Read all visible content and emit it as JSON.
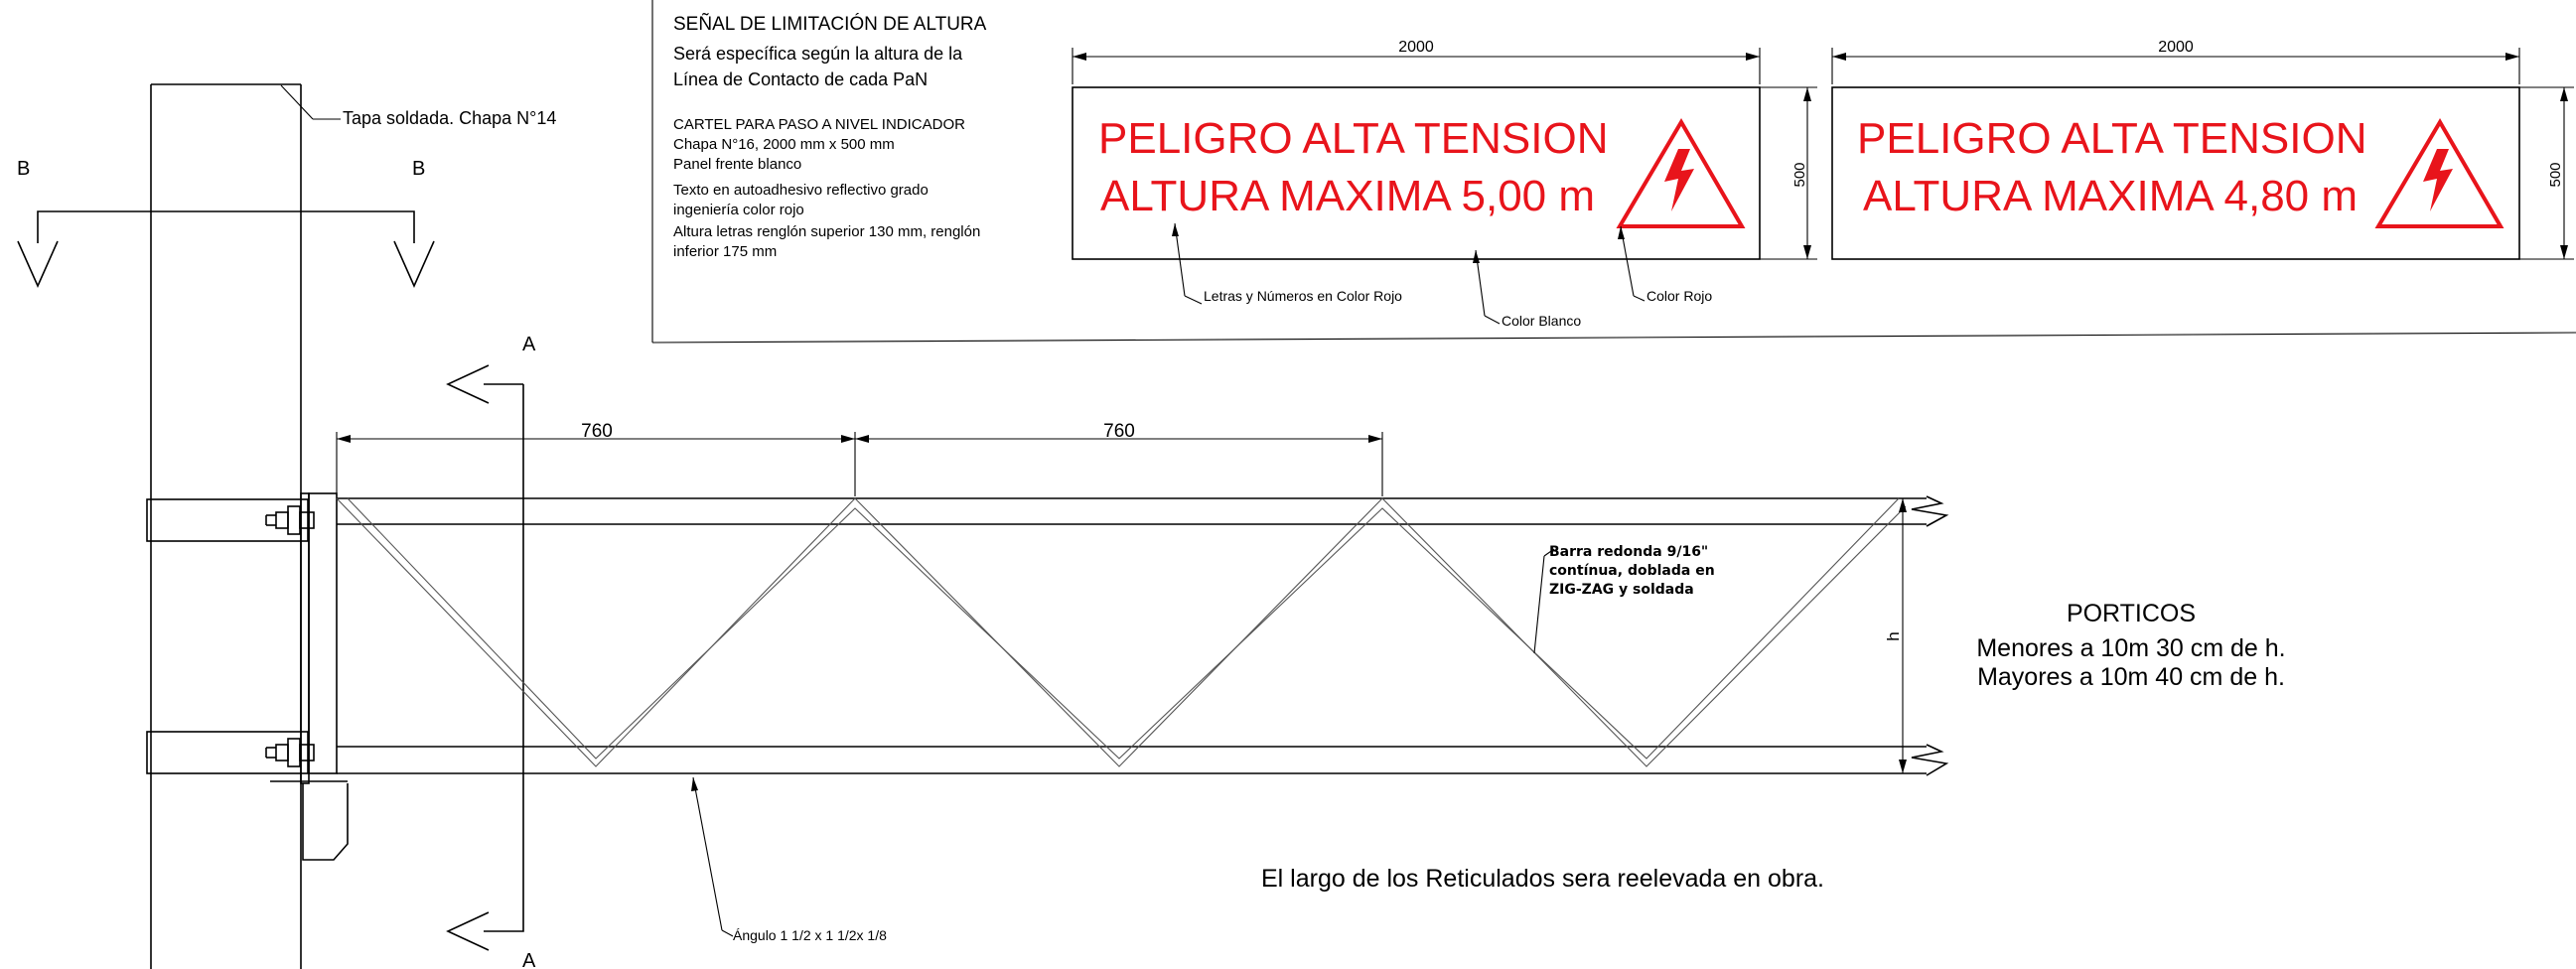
{
  "notes": {
    "title": "SEÑAL DE LIMITACIÓN DE ALTURA",
    "spec_line1": "Será específica según la altura de la",
    "spec_line2": "Línea de Contacto de cada PaN",
    "cartel": [
      "CARTEL PARA PASO A NIVEL INDICADOR",
      "Chapa N°16, 2000 mm x 500 mm",
      "Panel frente blanco",
      "Texto en autoadhesivo reflectivo grado",
      "ingeniería color rojo",
      "Altura letras renglón superior 130 mm, renglón",
      "inferior 175 mm"
    ]
  },
  "signs": [
    {
      "width_dim": "2000",
      "height_dim": "500",
      "line1": "PELIGRO ALTA TENSION",
      "line2": "ALTURA MAXIMA 5,00 m"
    },
    {
      "width_dim": "2000",
      "height_dim": "500",
      "line1": "PELIGRO ALTA TENSION",
      "line2": "ALTURA MAXIMA 4,80 m"
    }
  ],
  "sign_callouts": {
    "letters": "Letras y Números en Color Rojo",
    "white": "Color Blanco",
    "red": "Color Rojo"
  },
  "post": {
    "cap_label": "Tapa soldada. Chapa N°14",
    "section_b": "B",
    "section_a": "A"
  },
  "truss": {
    "span1": "760",
    "span2": "760",
    "bar_note": [
      "Barra redonda 9/16\"",
      "contínua, doblada en",
      "ZIG-ZAG y soldada"
    ],
    "height_label": "h",
    "angle_label": "Ángulo 1 1/2 x 1 1/2x 1/8"
  },
  "porticos": {
    "title": "PORTICOS",
    "line1": "Menores a 10m 30 cm de h.",
    "line2": "Mayores a 10m 40 cm de h."
  },
  "footer_note": "El largo de los Reticulados sera reelevada en obra.",
  "colors": {
    "line": "#000000",
    "sign_text": "#e8141b",
    "background": "#ffffff"
  }
}
